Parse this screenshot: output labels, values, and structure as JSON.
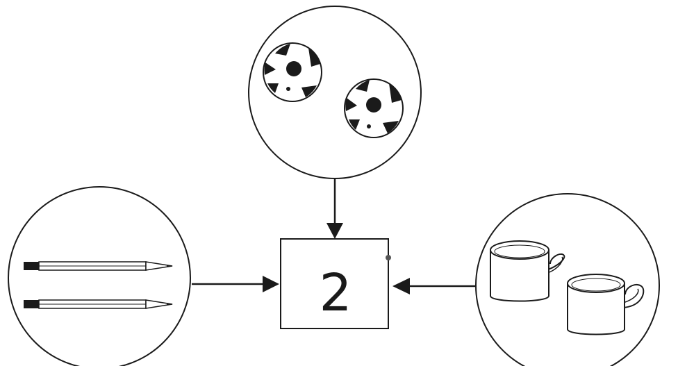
{
  "center_box": {
    "number": "2"
  },
  "groups": [
    {
      "id": "balls",
      "object": "soccer-ball",
      "count": 2
    },
    {
      "id": "pencils",
      "object": "pencil",
      "count": 2
    },
    {
      "id": "cups",
      "object": "cup",
      "count": 2
    }
  ],
  "colors": {
    "stroke": "#1a1a1a",
    "background": "#ffffff"
  }
}
